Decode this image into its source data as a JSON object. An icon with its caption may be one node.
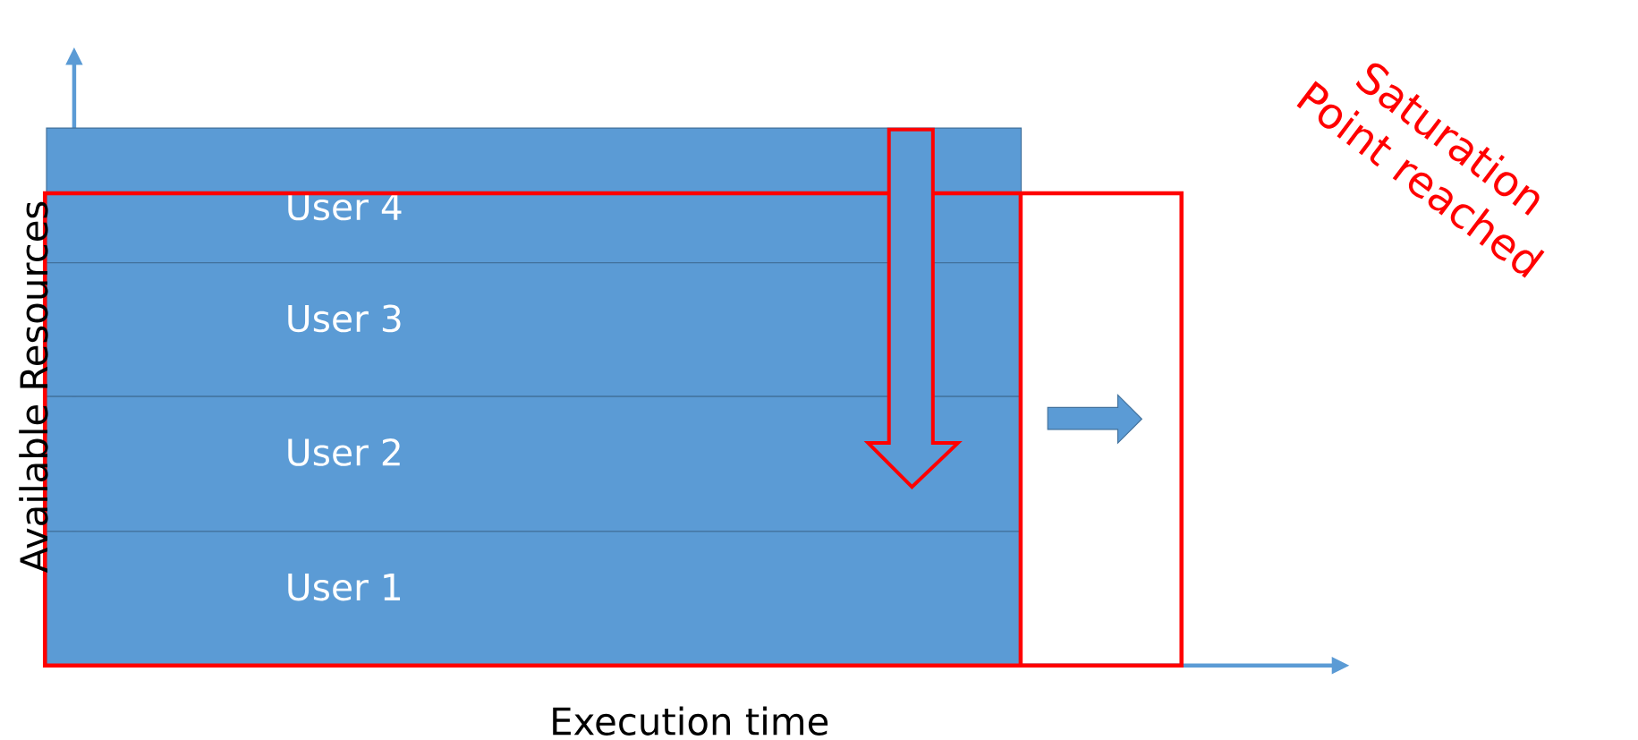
{
  "diagram": {
    "nodes": [
      {
        "text": [
          "User 4"
        ]
      },
      {
        "text": [
          "User 3"
        ]
      },
      {
        "text": [
          "User 2"
        ]
      },
      {
        "text": [
          "User 1"
        ]
      }
    ],
    "labels": [
      "Available Resources",
      "Execution time",
      "Saturation Point reached"
    ]
  }
}
